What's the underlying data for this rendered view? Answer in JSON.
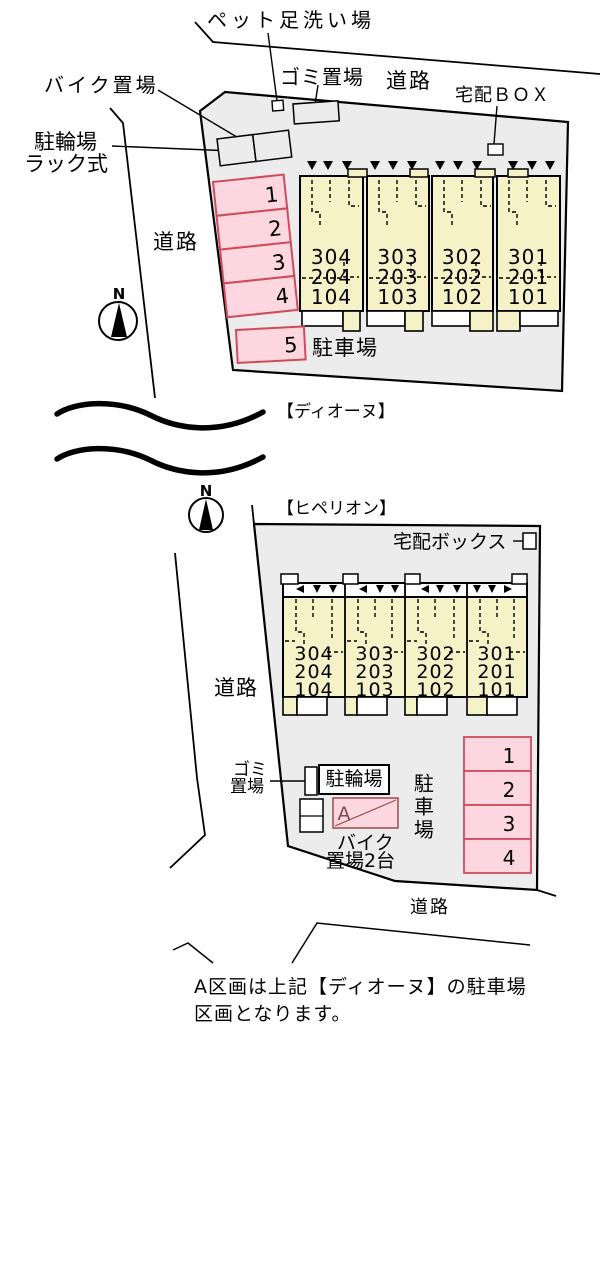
{
  "site1": {
    "name": "【ディオーヌ】",
    "compass": "N",
    "labels": {
      "pet_wash": "ペット足洗い場",
      "bike_storage": "バイク置場",
      "garbage": "ゴミ置場",
      "road_top": "道路",
      "road_left": "道路",
      "delivery_box": "宅配ＢＯＸ",
      "rack_line1": "駐輪場",
      "rack_line2": "ラック式",
      "parking_lot": "駐車場"
    },
    "units": [
      [
        "304",
        "204",
        "104"
      ],
      [
        "303",
        "203",
        "103"
      ],
      [
        "302",
        "202",
        "102"
      ],
      [
        "301",
        "201",
        "101"
      ]
    ],
    "spaces": [
      "1",
      "2",
      "3",
      "4",
      "5"
    ]
  },
  "site2": {
    "name": "【ヒペリオン】",
    "compass": "N",
    "labels": {
      "delivery_box": "宅配ボックス",
      "road_left": "道路",
      "road_bottom": "道路",
      "garbage_line1": "ゴミ",
      "garbage_line2": "置場",
      "bicycle": "駐輪場",
      "parking_lot": "駐車場",
      "section_a": "A",
      "bike_line1": "バイク",
      "bike_line2": "置場2台"
    },
    "units": [
      [
        "304",
        "204",
        "104"
      ],
      [
        "303",
        "203",
        "103"
      ],
      [
        "302",
        "202",
        "102"
      ],
      [
        "301",
        "201",
        "101"
      ]
    ],
    "spaces": [
      "1",
      "2",
      "3",
      "4"
    ]
  },
  "note": {
    "line1": "A区画は上記【ディオーヌ】の駐車場",
    "line2": "区画となります。"
  },
  "colors": {
    "plot_fill": "#ececec",
    "building_fill": "#f6f2c8",
    "space_fill": "#fcd7df",
    "space_border": "#cf4b5c",
    "outline": "#000000"
  }
}
